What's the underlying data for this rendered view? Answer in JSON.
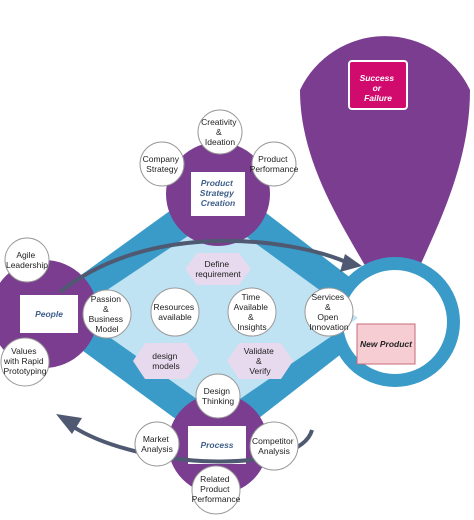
{
  "diagram": {
    "success_label": [
      "Success",
      "or",
      "Failure"
    ],
    "new_product_label": "New Product",
    "hubs": {
      "strategy": [
        "Product",
        "Strategy",
        "Creation"
      ],
      "people": "People",
      "process": "Process"
    },
    "satellites": {
      "creativity": [
        "Creativity",
        "&",
        "Ideation"
      ],
      "company_strategy": [
        "Company",
        "Strategy"
      ],
      "product_performance": [
        "Product",
        "Performance"
      ],
      "agile_leadership": [
        "Agile",
        "Leadership"
      ],
      "passion_business": [
        "Passion",
        "&",
        "Business",
        "Model"
      ],
      "values_prototyping": [
        "Values",
        "with Rapid",
        "Prototyping"
      ],
      "resources": [
        "Resources",
        "available"
      ],
      "time_insights": [
        "Time",
        "Available",
        "&",
        "Insights"
      ],
      "services_innovation": [
        "Services",
        "&",
        "Open",
        "Innovation"
      ],
      "design_thinking": [
        "Design",
        "Thinking"
      ],
      "market_analysis": [
        "Market",
        "Analysis"
      ],
      "competitor_analysis": [
        "Competitor",
        "Analysis"
      ],
      "related_product_performance": [
        "Related",
        "Product",
        "Performance"
      ]
    },
    "hexagons": {
      "define_requirement": [
        "Define",
        "requirement"
      ],
      "design_models": [
        "design",
        "models"
      ],
      "validate_verify": [
        "Validate",
        "&",
        "Verify"
      ]
    },
    "colors": {
      "purple": "#7b3d8f",
      "blue_ring": "#3a9bc9",
      "light_blue": "#bfe3f3",
      "magenta": "#d10a6d",
      "pink_box": "#f7cdd4",
      "hex_fill": "#e7d9ee",
      "arrow": "#4f5a72"
    }
  }
}
